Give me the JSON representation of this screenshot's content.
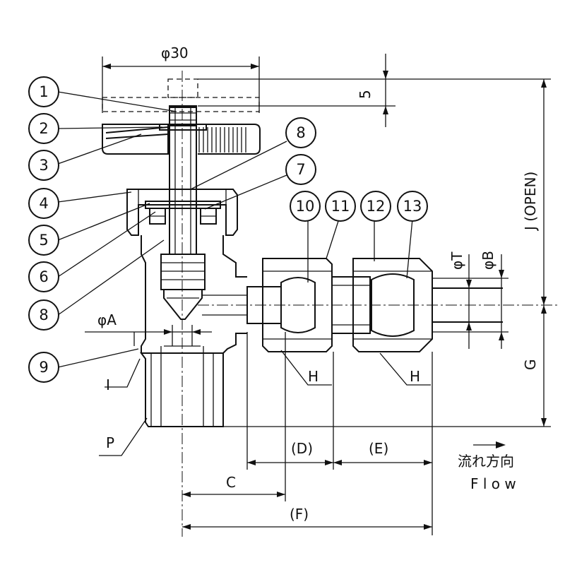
{
  "dimensions": {
    "phi30": "φ30",
    "five": "5",
    "j_open": "J (OPEN)",
    "phi_t": "φT",
    "phi_b": "φB",
    "phi_a": "φA",
    "g": "G",
    "i": "I",
    "p": "P",
    "h_left": "H",
    "h_right": "H",
    "c": "C",
    "d": "(D)",
    "e": "(E)",
    "f": "(F)"
  },
  "flow": {
    "japanese": "流れ方向",
    "english": "F l o w"
  },
  "callouts": {
    "c1": "1",
    "c2": "2",
    "c3": "3",
    "c4": "4",
    "c5": "5",
    "c6": "6",
    "c7": "7",
    "c8a": "8",
    "c8b": "8",
    "c9": "9",
    "c10": "10",
    "c11": "11",
    "c12": "12",
    "c13": "13"
  }
}
